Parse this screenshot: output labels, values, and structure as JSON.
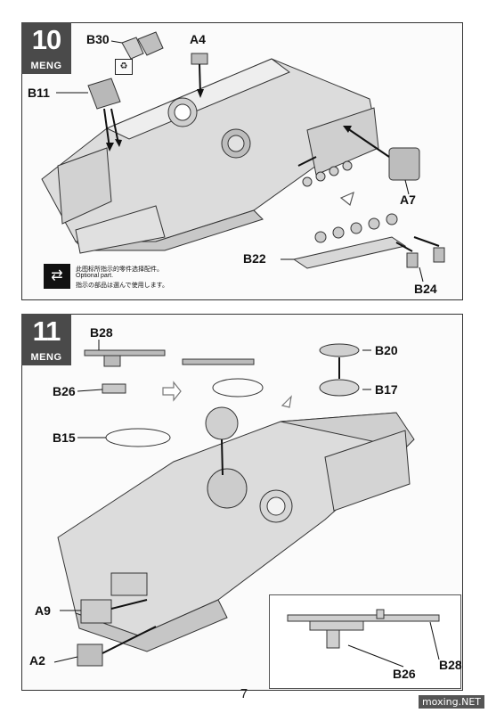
{
  "step10": {
    "number": "10",
    "brand": "MENG",
    "labels": {
      "b30": "B30",
      "a4": "A4",
      "b11": "B11",
      "a7": "A7",
      "b22": "B22",
      "b24": "B24"
    },
    "note": {
      "cn": "此图标所指示的零件选择配件。",
      "en": "Optional part.",
      "jp": "指示の部品は選んで使用します。"
    }
  },
  "step11": {
    "number": "11",
    "brand": "MENG",
    "labels": {
      "b28": "B28",
      "b26": "B26",
      "b15": "B15",
      "b20": "B20",
      "b17": "B17",
      "a9": "A9",
      "a2": "A2",
      "inset_b26": "B26",
      "inset_b28": "B28"
    }
  },
  "page_number": "7",
  "watermark": "moxing.NET",
  "icons": [
    "optional-part-icon",
    "recycle-icon",
    "arrow-hint-icon"
  ]
}
